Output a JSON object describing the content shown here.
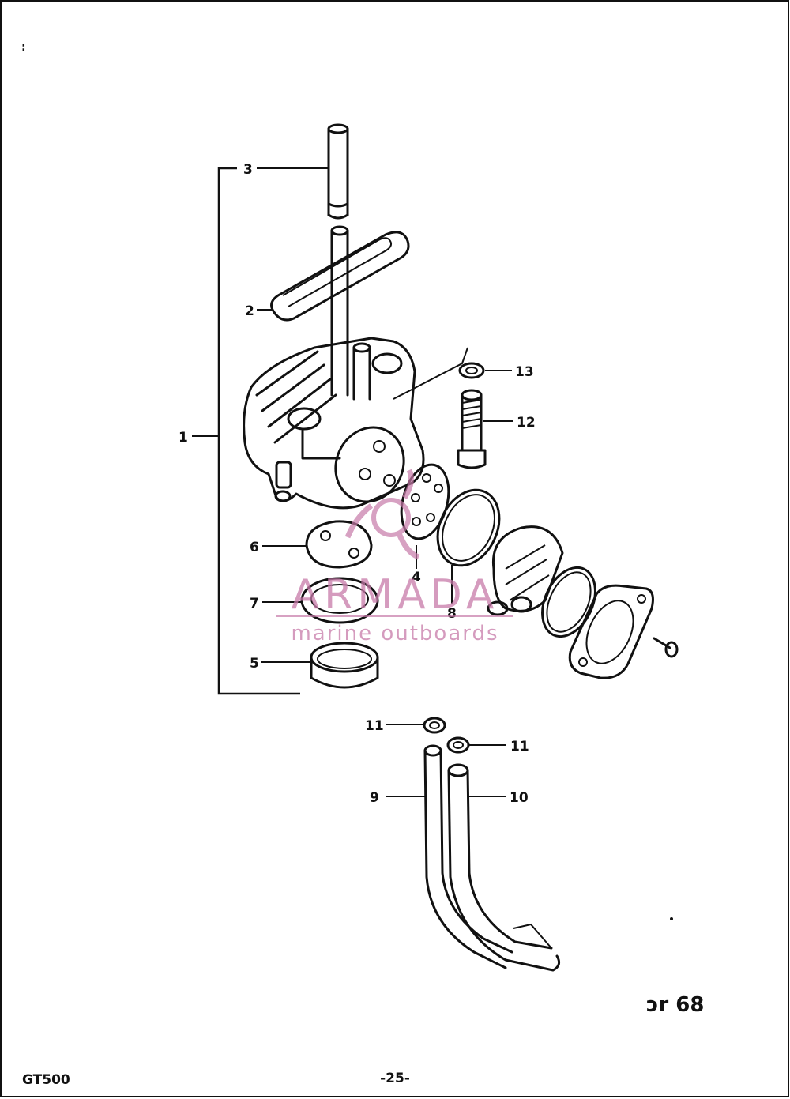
{
  "callouts": {
    "c1": "1",
    "c2": "2",
    "c3": "3",
    "c4": "4",
    "c5": "5",
    "c6": "6",
    "c7": "7",
    "c8": "8",
    "c9": "9",
    "c10": "10",
    "c11a": "11",
    "c11b": "11",
    "c12": "12",
    "c13": "13"
  },
  "watermark": {
    "brand": "ARMADA",
    "tagline": "marine outboards"
  },
  "figure_code": "ᴐr 68",
  "footer": {
    "model": "GT500",
    "page": "-25-"
  },
  "corner_mark": ":",
  "colors": {
    "ink": "#111111",
    "watermark": "#c77aa9",
    "paper": "#ffffff"
  }
}
